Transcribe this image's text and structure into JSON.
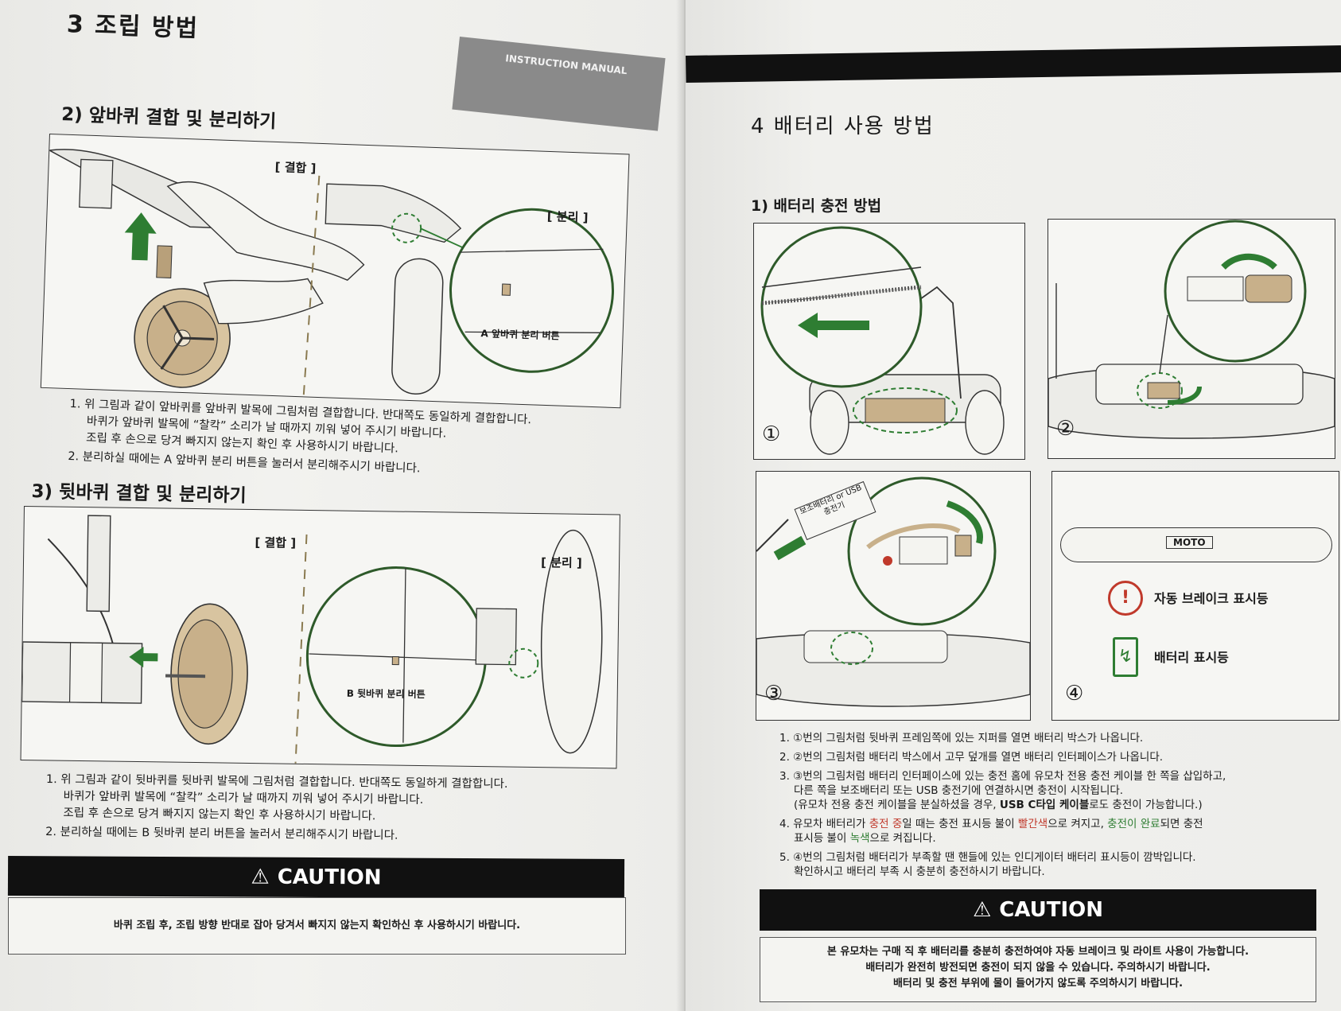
{
  "left": {
    "section_title": "3  조립 방법",
    "banner": "INSTRUCTION MANUAL",
    "front": {
      "heading": "2) 앞바퀴 결합 및 분리하기",
      "tag_join": "[ 결합 ]",
      "tag_detach": "[ 분리 ]",
      "button_label": "A 앞바퀴 분리 버튼",
      "lines": [
        "1. 위 그림과 같이 앞바퀴를 앞바퀴 발목에 그림처럼 결합합니다. 반대쪽도 동일하게 결합합니다.",
        "바퀴가 앞바퀴 발목에 “찰칵” 소리가 날 때까지 끼워 넣어 주시기 바랍니다.",
        "조립 후 손으로 당겨 빠지지 않는지 확인 후 사용하시기 바랍니다.",
        "2. 분리하실 때에는 A 앞바퀴 분리 버튼을 눌러서 분리해주시기 바랍니다."
      ]
    },
    "rear": {
      "heading": "3) 뒷바퀴 결합 및 분리하기",
      "tag_join": "[ 결합 ]",
      "tag_detach": "[ 분리 ]",
      "button_label": "B 뒷바퀴 분리 버튼",
      "lines": [
        "1. 위 그림과 같이 뒷바퀴를 뒷바퀴 발목에 그림처럼 결합합니다. 반대쪽도 동일하게 결합합니다.",
        "바퀴가 앞바퀴 발목에 “찰칵” 소리가 날 때까지 끼워 넣어 주시기 바랍니다.",
        "조립 후 손으로 당겨 빠지지 않는지 확인 후 사용하시기 바랍니다.",
        "2. 분리하실 때에는 B 뒷바퀴 분리 버튼을 눌러서 분리해주시기 바랍니다."
      ]
    },
    "caution": {
      "title": "CAUTION",
      "text": "바퀴 조립 후, 조립 방향 반대로 잡아 당겨서 빠지지 않는지 확인하신 후 사용하시기 바랍니다."
    }
  },
  "right": {
    "section_title": "4  배터리 사용 방법",
    "sub_heading": "1) 배터리 충전 방법",
    "fig_numbers": [
      "①",
      "②",
      "③",
      "④"
    ],
    "usb_tag": "보조배터리 or USB 충전기",
    "moto_label": "MOTO",
    "brake_indicator": "자동 브레이크 표시등",
    "battery_indicator": "배터리 표시등",
    "steps": {
      "s1": "1. ①번의 그림처럼 뒷바퀴 프레임쪽에 있는 지퍼를 열면 배터리 박스가 나옵니다.",
      "s2": "2. ②번의 그림처럼 배터리 박스에서 고무 덮개를 열면 배터리 인터페이스가 나옵니다.",
      "s3a": "3. ③번의 그림처럼 배터리 인터페이스에 있는 충전 홈에 유모차 전용 충전 케이블 한 쪽을 삽입하고,",
      "s3b": "다른 쪽을 보조배터리 또는 USB 충전기에 연결하시면 충전이 시작됩니다.",
      "s3c_pre": "(유모차 전용 충전 케이블을 분실하셨을 경우, ",
      "s3c_bold": "USB C타입 케이블",
      "s3c_post": "로도 충전이 가능합니다.)",
      "s4_a": "4. 유모차 배터리가 ",
      "s4_red1": "충전 중",
      "s4_b": "일 때는 충전 표시등 불이 ",
      "s4_red2": "빨간색",
      "s4_c": "으로 켜지고, ",
      "s4_green1": "충전이 완료",
      "s4_d": "되면 충전",
      "s4_e": "표시등 불이 ",
      "s4_green2": "녹색",
      "s4_f": "으로 켜집니다.",
      "s5a": "5. ④번의 그림처럼 배터리가 부족할 땐 핸들에 있는 인디게이터 배터리 표시등이 깜박입니다.",
      "s5b": "확인하시고 배터리 부족 시 충분히 충전하시기 바랍니다."
    },
    "caution": {
      "title": "CAUTION",
      "lines": [
        "본 유모차는 구매 직 후 배터리를 충분히 충전하여야 자동 브레이크 및 라이트 사용이 가능합니다.",
        "배터리가 완전히 방전되면 충전이 되지 않을 수 있습니다. 주의하시기 바랍니다.",
        "배터리 및 충전 부위에 물이 들어가지 않도록 주의하시기 바랍니다."
      ]
    }
  },
  "colors": {
    "accent_green": "#2e7d32",
    "wheel_tan": "#c8b08a",
    "warning_red": "#c0392b",
    "caution_black": "#111111"
  }
}
